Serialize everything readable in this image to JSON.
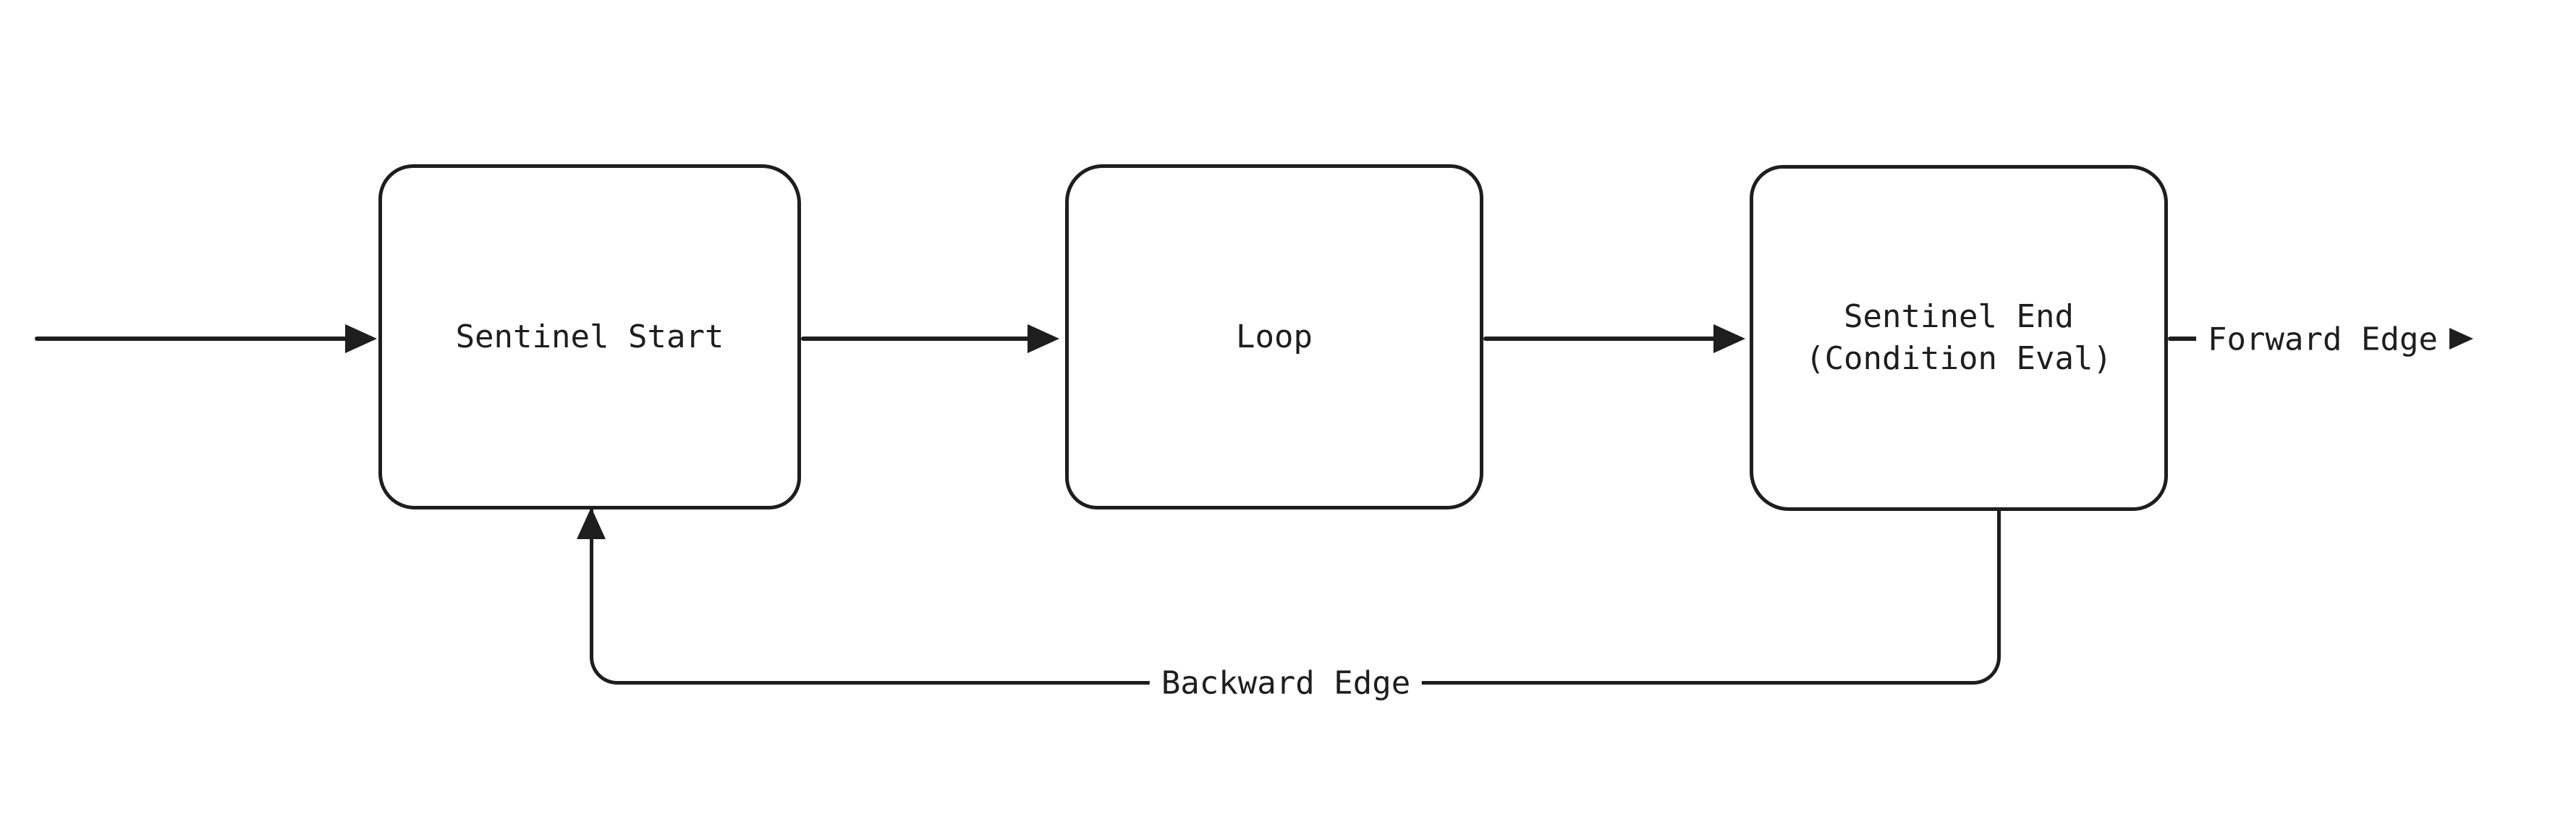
{
  "diagram": {
    "background_color": "#ffffff",
    "stroke_color": "#1e1e1e",
    "nodes": {
      "start": {
        "label": "Sentinel Start"
      },
      "loop": {
        "label": "Loop"
      },
      "end": {
        "lines": [
          "Sentinel End",
          "(Condition Eval)"
        ]
      }
    },
    "edges": {
      "forward": {
        "label": "Forward Edge"
      },
      "backward": {
        "label": "Backward Edge"
      }
    }
  }
}
